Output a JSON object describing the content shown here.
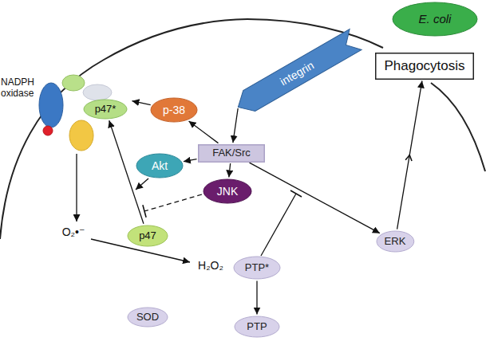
{
  "diagram": {
    "nodes": [
      {
        "text": [
          "E. coli"
        ]
      },
      {
        "text": [
          "integrin"
        ]
      },
      {
        "text": [
          "Phagocytosis"
        ]
      },
      {
        "text": [
          "FAK/Src"
        ]
      },
      {
        "text": [
          "p-38"
        ]
      },
      {
        "text": [
          "NADPH oxidase"
        ]
      },
      {
        "text": [
          "p47*"
        ],
        "in": 5
      },
      {
        "text": [
          "Akt"
        ]
      },
      {
        "text": [
          "JNK"
        ]
      },
      {
        "text": [
          "ERK"
        ]
      },
      {
        "text": [
          "p47"
        ]
      },
      {
        "text": [
          "PTP*"
        ]
      },
      {
        "text": [
          "SOD"
        ]
      },
      {
        "text": [
          "PTP"
        ]
      }
    ],
    "edges": [
      {
        "from": 1,
        "to": 3,
        "arrow": "to"
      },
      {
        "from": 3,
        "to": 4,
        "arrow": "to"
      },
      {
        "from": 4,
        "to": 5,
        "arrow": "to"
      },
      {
        "from": 3,
        "to": 7,
        "arrow": "to"
      },
      {
        "from": 3,
        "to": 8,
        "arrow": "to"
      },
      {
        "from": 3,
        "to": 9,
        "arrow": "to"
      },
      {
        "from": 9,
        "to": 2,
        "arrow": "to"
      },
      {
        "from": 10,
        "to": 6,
        "arrow": "to"
      },
      {
        "from": 11,
        "to": 13,
        "arrow": "to"
      }
    ],
    "labels": [
      "O₂•⁻",
      "H₂O₂"
    ]
  }
}
